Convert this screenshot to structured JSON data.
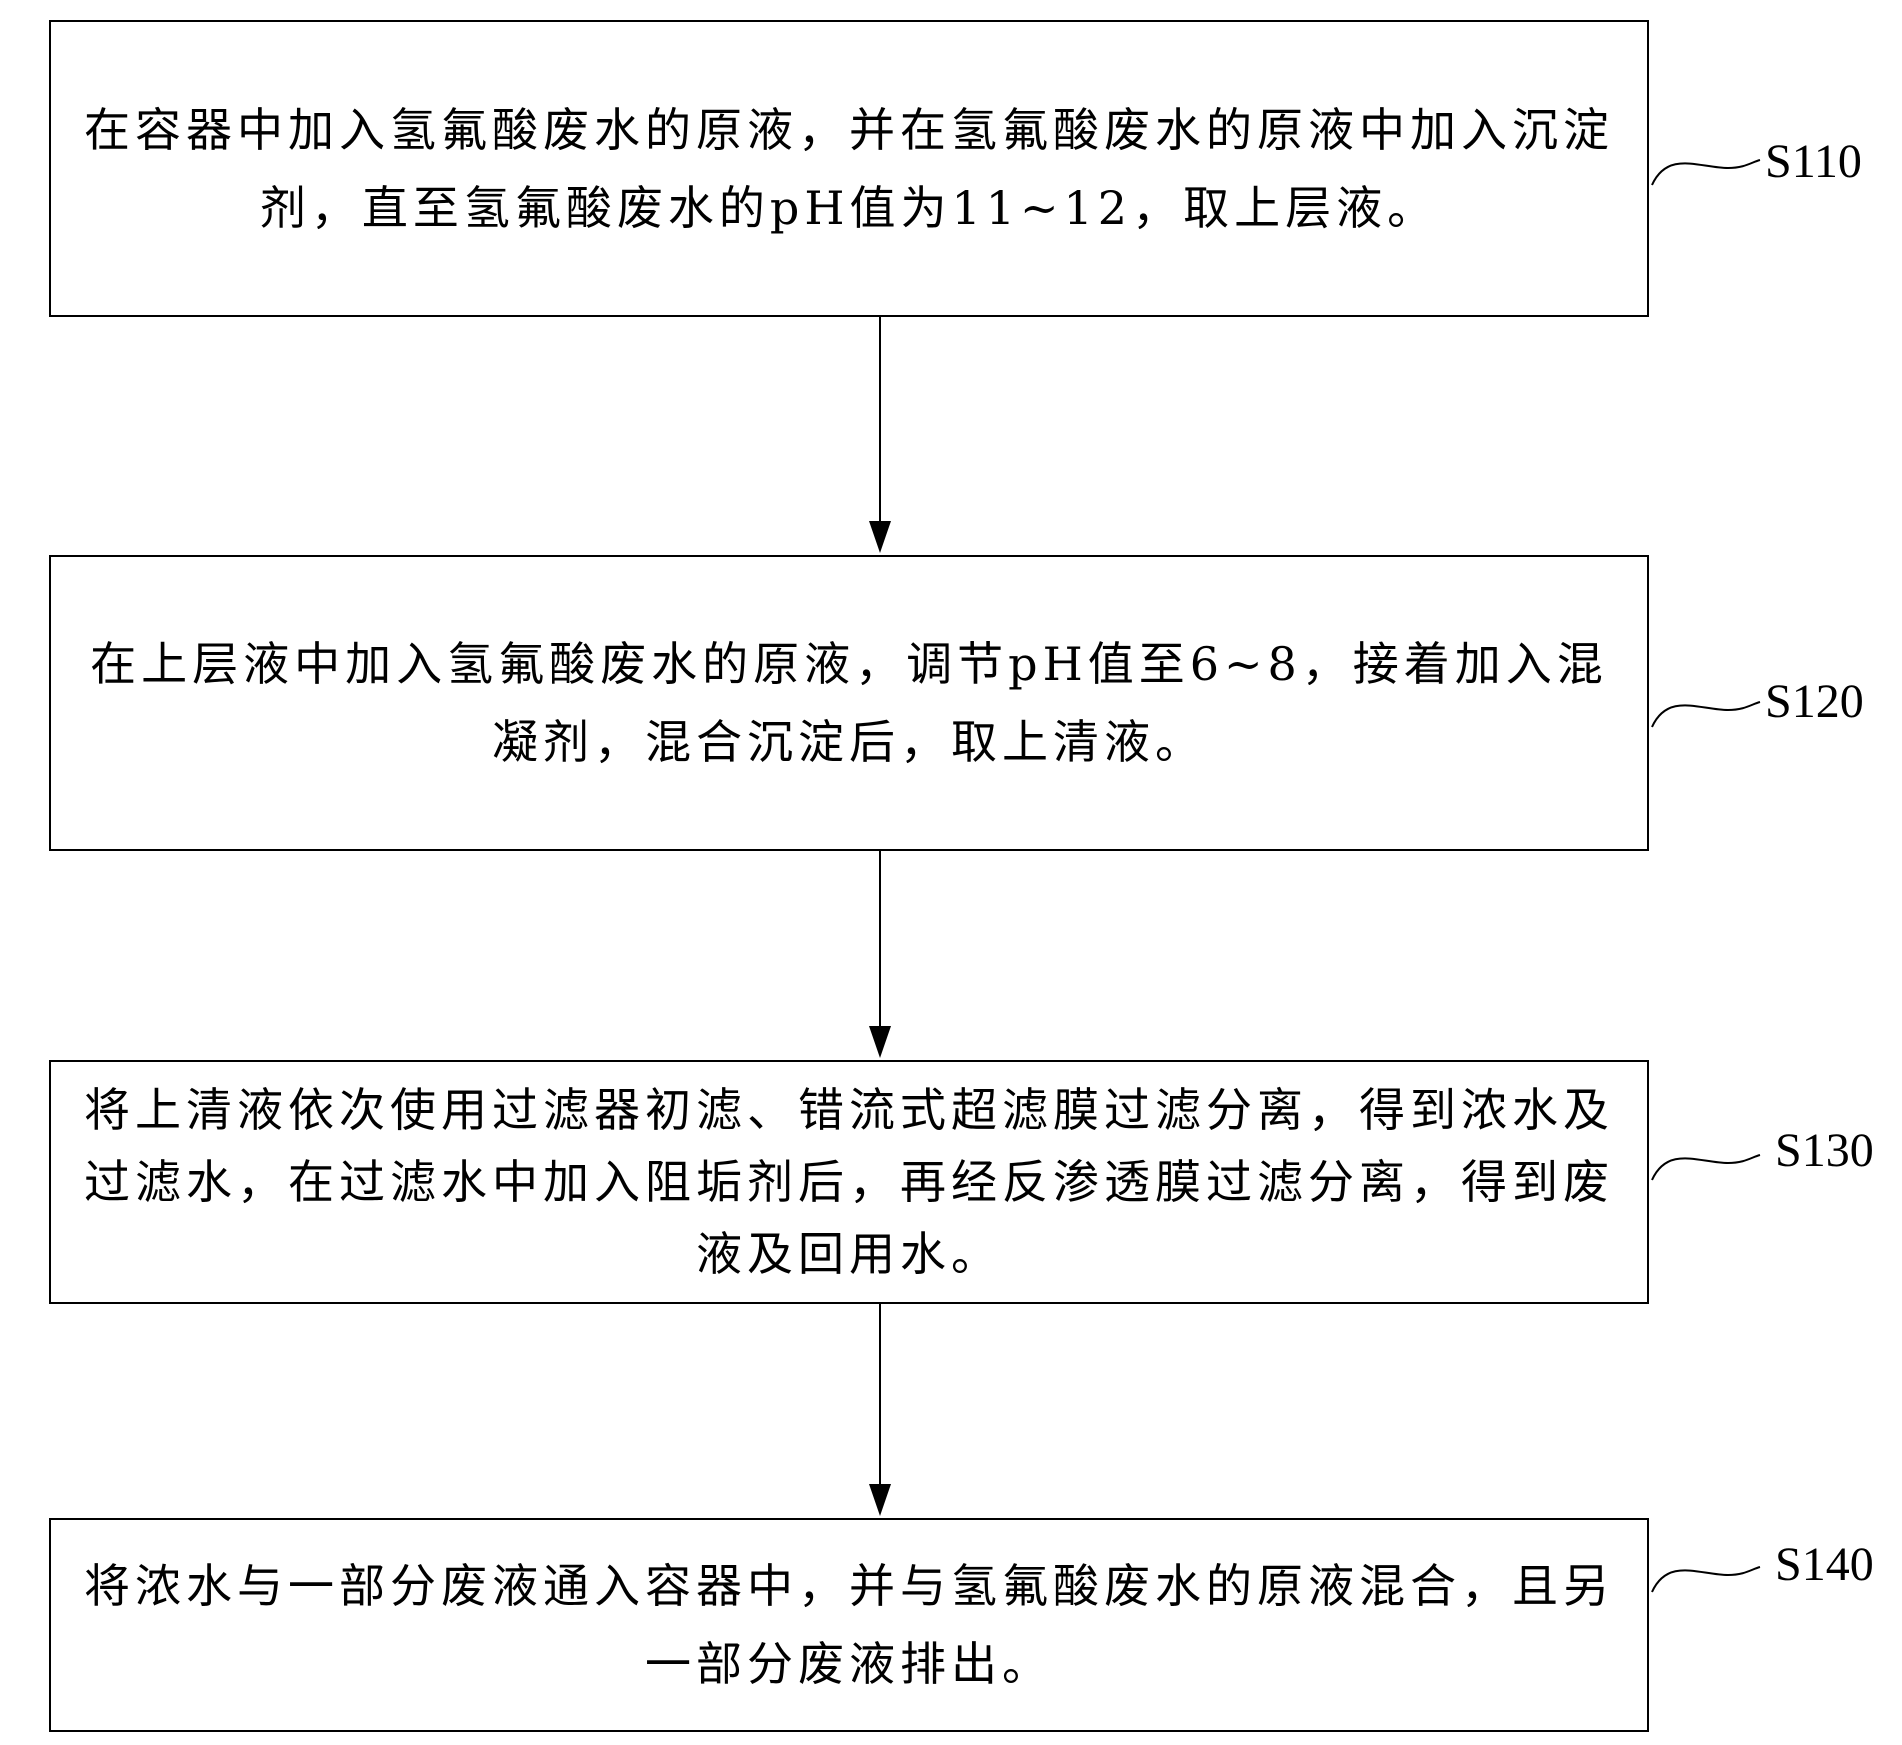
{
  "steps": [
    {
      "id": "S110",
      "text": "在容器中加入氢氟酸废水的原液，并在氢氟酸废水的原液中加入沉淀剂，直至氢氟酸废水的pH值为11~12，取上层液。"
    },
    {
      "id": "S120",
      "text": "在上层液中加入氢氟酸废水的原液，调节pH值至6~8，接着加入混凝剂，混合沉淀后，取上清液。"
    },
    {
      "id": "S130",
      "text": "将上清液依次使用过滤器初滤、错流式超滤膜过滤分离，得到浓水及过滤水，在过滤水中加入阻垢剂后，再经反渗透膜过滤分离，得到废液及回用水。"
    },
    {
      "id": "S140",
      "text": "将浓水与一部分废液通入容器中，并与氢氟酸废水的原液混合，且另一部分废液排出。"
    }
  ]
}
